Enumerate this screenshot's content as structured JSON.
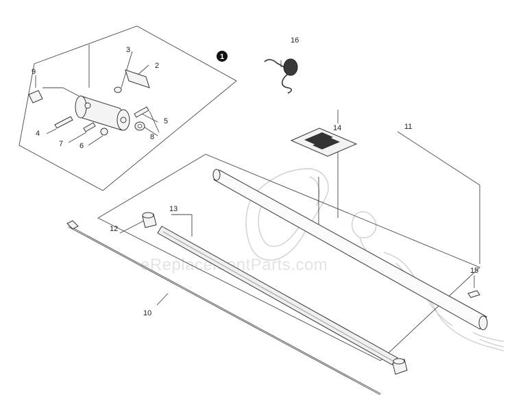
{
  "watermark": "eReplacementParts.com",
  "callouts": {
    "c1": "1",
    "c2": "2",
    "c3": "3",
    "c4": "4",
    "c5": "5",
    "c6": "6",
    "c7": "7",
    "c8": "8",
    "c9": "9",
    "c10": "10",
    "c11": "11",
    "c12": "12",
    "c13": "13",
    "c14": "14",
    "c15": "15",
    "c16": "16"
  },
  "icons": {
    "assembly_marker": "filled-circle-number"
  }
}
